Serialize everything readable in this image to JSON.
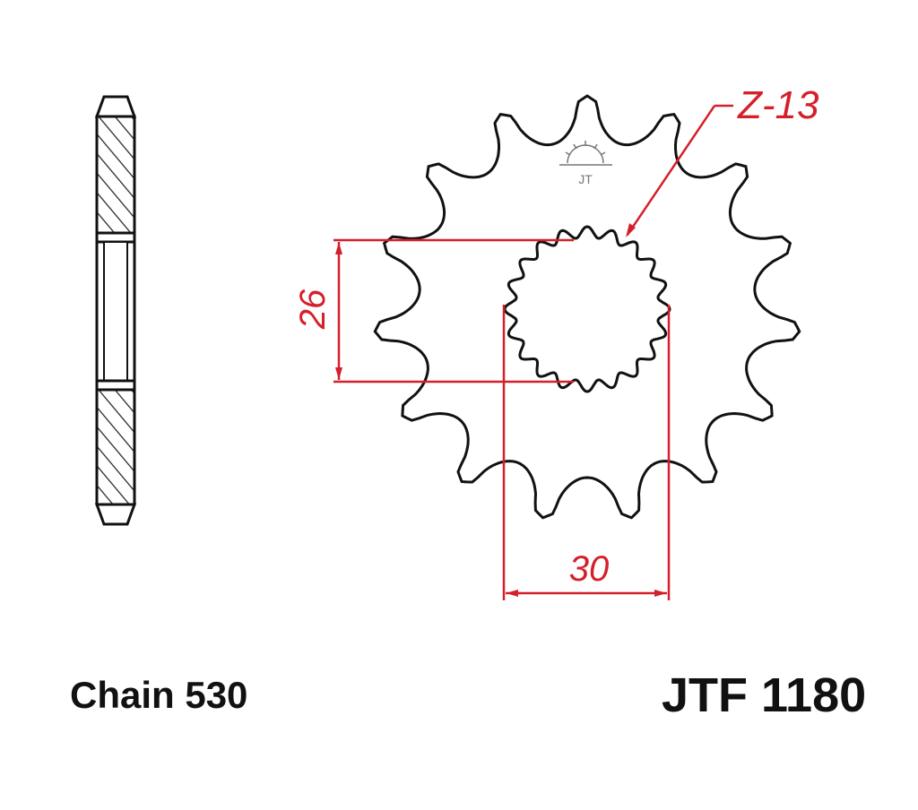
{
  "drawing": {
    "teeth_label": "Z-13",
    "dim_bore_height": "26",
    "dim_bore_width": "30",
    "chain_label": "Chain 530",
    "part_number": "JTF 1180",
    "logo_text": "JT"
  },
  "colors": {
    "outline": "#111111",
    "dimension": "#d4202a"
  }
}
